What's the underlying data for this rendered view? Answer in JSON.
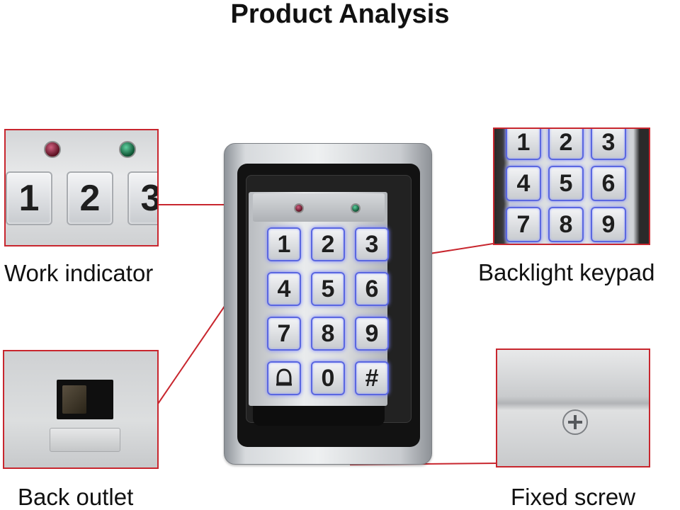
{
  "title": "Product Analysis",
  "labels": {
    "work_indicator": "Work indicator",
    "backlight_keypad": "Backlight keypad",
    "back_outlet": "Back outlet",
    "fixed_screw": "Fixed screw"
  },
  "keypad": {
    "keys": [
      "1",
      "2",
      "3",
      "4",
      "5",
      "6",
      "7",
      "8",
      "9",
      "bell",
      "0",
      "#"
    ]
  },
  "zoom_work_indicator_keys": [
    "1",
    "2",
    "3"
  ],
  "zoom_backlight_keys": [
    "1",
    "2",
    "3",
    "4",
    "5",
    "6",
    "7",
    "8",
    "9"
  ],
  "colors": {
    "callout_border": "#c8262e",
    "key_backlight": "#5a67e0",
    "led_red": "#8a1a30",
    "led_green": "#1a8a5a"
  },
  "icons": [
    "bell-icon",
    "screw-icon"
  ]
}
